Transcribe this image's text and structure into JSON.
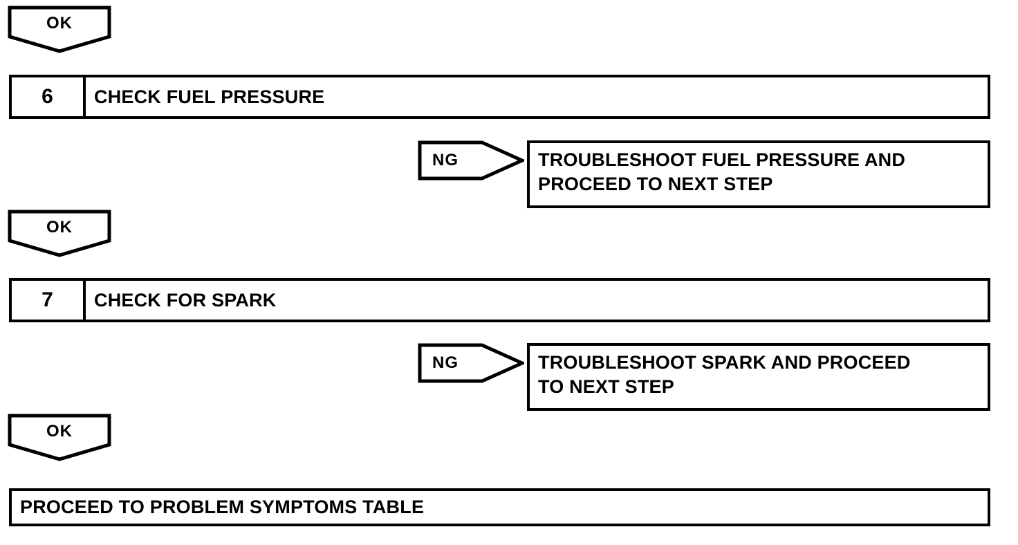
{
  "diagram": {
    "type": "troubleshooting-flowchart",
    "nodes": [
      {
        "id": "ok-1",
        "kind": "ok-connector",
        "label": "OK"
      },
      {
        "id": "step-6",
        "kind": "step-row",
        "number": "6",
        "title": "CHECK FUEL PRESSURE"
      },
      {
        "id": "ng-1",
        "kind": "ng-connector",
        "label": "NG"
      },
      {
        "id": "action-1",
        "kind": "action-box",
        "line1": "TROUBLESHOOT FUEL PRESSURE AND",
        "line2": "PROCEED TO NEXT STEP"
      },
      {
        "id": "ok-2",
        "kind": "ok-connector",
        "label": "OK"
      },
      {
        "id": "step-7",
        "kind": "step-row",
        "number": "7",
        "title": "CHECK FOR SPARK"
      },
      {
        "id": "ng-2",
        "kind": "ng-connector",
        "label": "NG"
      },
      {
        "id": "action-2",
        "kind": "action-box",
        "line1": "TROUBLESHOOT SPARK AND PROCEED",
        "line2": "TO NEXT STEP"
      },
      {
        "id": "ok-3",
        "kind": "ok-connector",
        "label": "OK"
      },
      {
        "id": "final",
        "kind": "plain-box",
        "text": "PROCEED TO PROBLEM SYMPTOMS TABLE"
      }
    ]
  },
  "colors": {
    "stroke": "#000000",
    "background": "#ffffff",
    "text": "#000000"
  }
}
